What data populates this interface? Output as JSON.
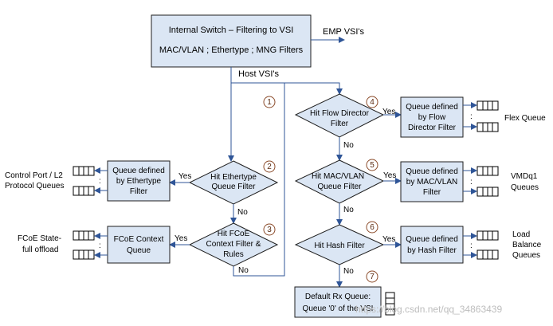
{
  "top_box": {
    "line1": "Internal Switch – Filtering to VSI",
    "line2": "MAC/VLAN ; Ethertype ; MNG Filters"
  },
  "emp_label": "EMP VSI's",
  "host_label": "Host VSI's",
  "steps": [
    "1",
    "2",
    "3",
    "4",
    "5",
    "6",
    "7"
  ],
  "decisions": {
    "ethertype": [
      "Hit Ethertype",
      "Queue Filter"
    ],
    "fcoe": [
      "Hit FCoE",
      "Context Filter &",
      "Rules"
    ],
    "flow": [
      "Hit Flow Director",
      "Filter"
    ],
    "macvlan": [
      "Hit MAC/VLAN",
      "Queue Filter"
    ],
    "hash": [
      "Hit Hash Filter"
    ]
  },
  "boxes": {
    "ethertype": [
      "Queue defined",
      "by Ethertype",
      "Filter"
    ],
    "fcoe": [
      "FCoE Context",
      "Queue"
    ],
    "flow": [
      "Queue defined",
      "by Flow",
      "Director Filter"
    ],
    "macvlan": [
      "Queue defined",
      "by MAC/VLAN",
      "Filter"
    ],
    "hash": [
      "Queue defined",
      "by Hash Filter"
    ],
    "default": [
      "Default Rx Queue:",
      "Queue '0' of the VSI"
    ]
  },
  "yes": "Yes",
  "no": "No",
  "outputs": {
    "control": [
      "Control Port / L2",
      "Protocol Queues"
    ],
    "fcoe": [
      "FCoE State-",
      "full offload"
    ],
    "flex": "Flex Queue",
    "vmdq": [
      "VMDq1",
      "Queues"
    ],
    "load": [
      "Load",
      "Balance",
      "Queues"
    ]
  },
  "watermark": "https://blog.csdn.net/qq_34863439",
  "colors": {
    "fill": "#dbe6f4",
    "line": "#2f5597",
    "step_ring": "#8b4b2a"
  }
}
